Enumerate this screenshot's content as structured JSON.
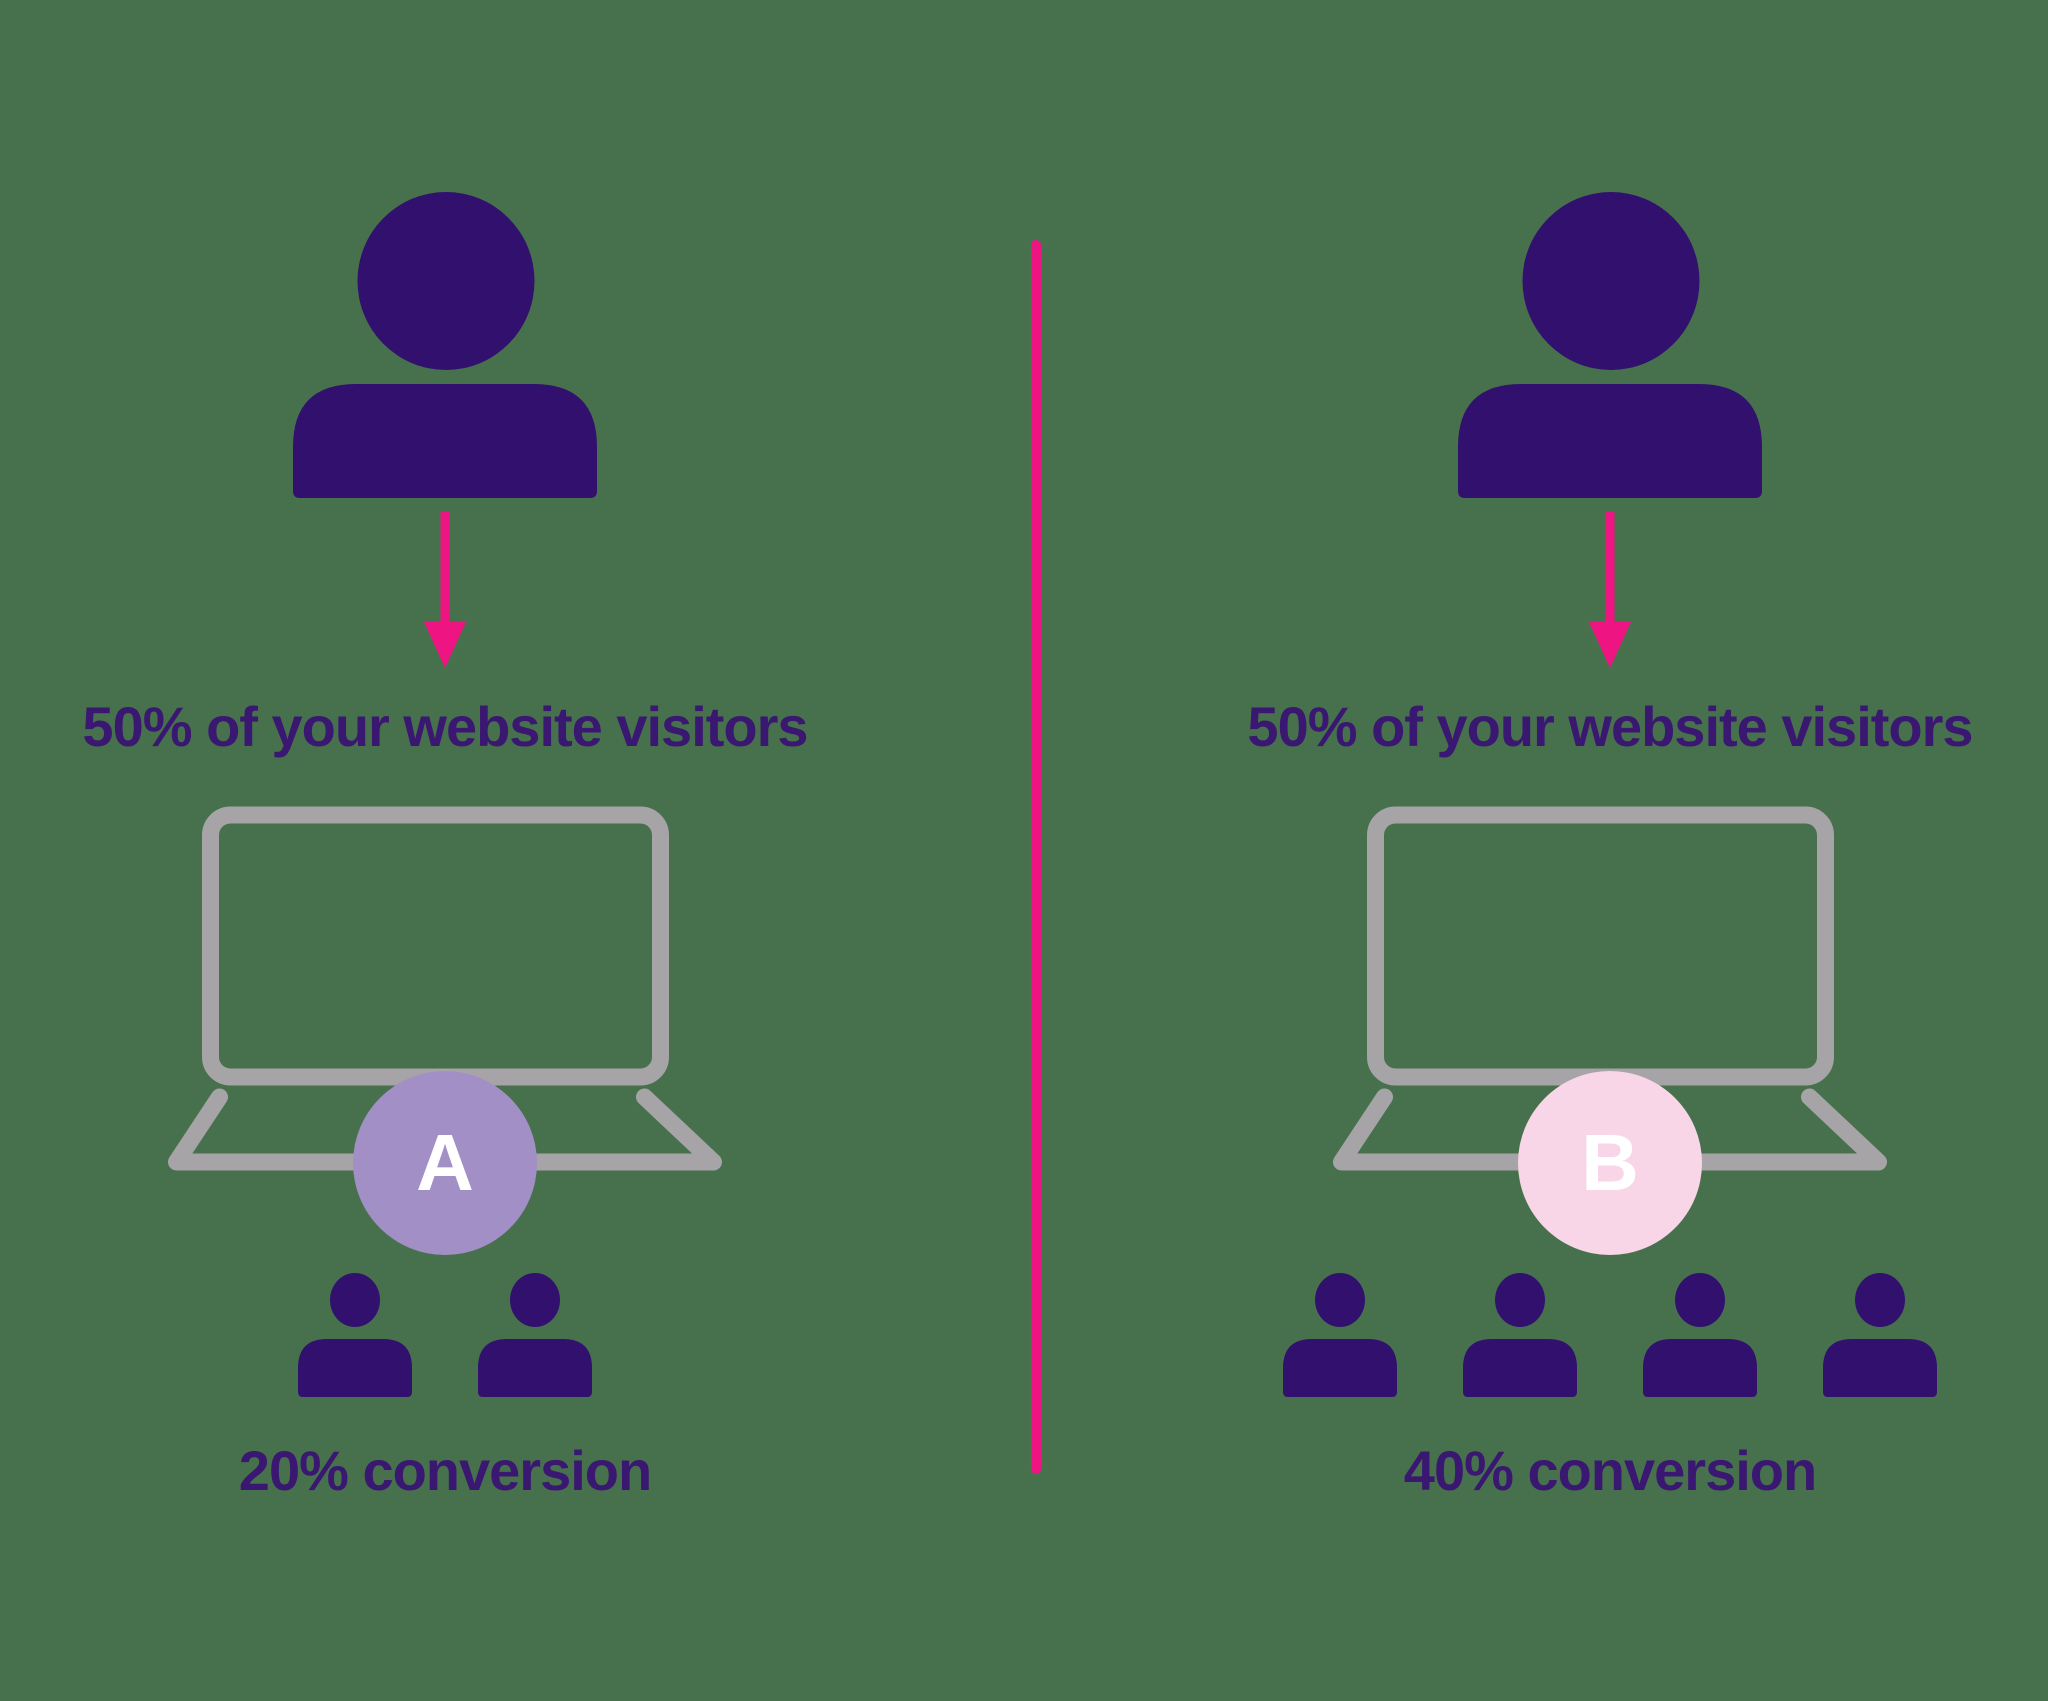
{
  "colors": {
    "background": "#47714D",
    "icon_purple": "#31106E",
    "text_purple": "#3A1770",
    "laptop_gray": "#A7A4A8",
    "arrow_pink": "#EE1482",
    "divider_pink": "#EE1482",
    "badge_a_fill": "#A18FC5",
    "badge_b_fill": "#F8D6E7",
    "badge_letter": "#FFFFFF"
  },
  "variant_a": {
    "visitors_label": "50% of your website visitors",
    "variant_label": "A",
    "audience_count": 2,
    "conversion_label": "20% conversion"
  },
  "variant_b": {
    "visitors_label": "50% of your website visitors",
    "variant_label": "B",
    "audience_count": 4,
    "conversion_label": "40% conversion"
  }
}
